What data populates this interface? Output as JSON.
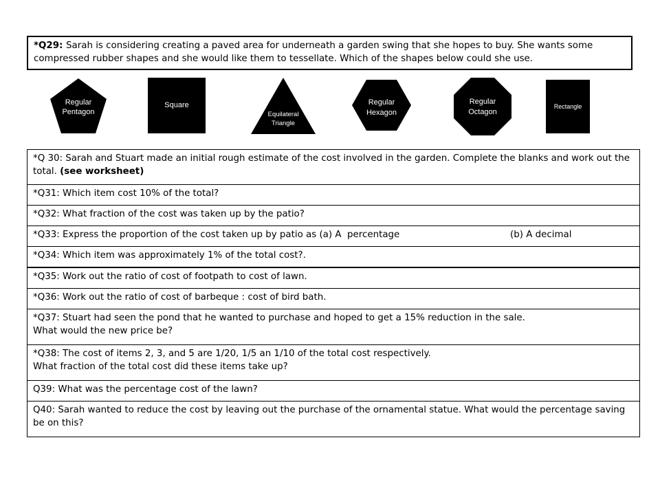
{
  "q29": {
    "prefix": "*Q29: ",
    "text": "Sarah is considering creating a paved area for underneath a garden swing that she hopes to buy. She wants some compressed rubber shapes and she would like them to tessellate. Which of the shapes below could she use."
  },
  "shapes": {
    "pentagon": {
      "line1": "Regular",
      "line2": "Pentagon"
    },
    "square": {
      "line1": "Square"
    },
    "triangle": {
      "line1": "Equilateral",
      "line2": "Triangle"
    },
    "hexagon": {
      "line1": "Regular",
      "line2": "Hexagon"
    },
    "octagon": {
      "line1": "Regular",
      "line2": "Octagon"
    },
    "rectangle": {
      "line1": "Rectangle"
    },
    "fill_color": "#000000",
    "label_color": "#ffffff"
  },
  "questions": {
    "q30_text": "*Q 30: Sarah and Stuart made an initial rough estimate of the cost involved in the garden. Complete the blanks and work out the total. ",
    "q30_bold": "(see worksheet)",
    "q31": "*Q31: Which item cost 10% of the total?",
    "q32": "*Q32: What fraction of the cost was taken up by the patio?",
    "q33_a": "*Q33: Express the proportion of the cost taken up by patio as (a) A  percentage",
    "q33_b": "(b) A decimal",
    "q34": "*Q34: Which item was approximately 1% of the total cost?.",
    "q35": "*Q35: Work out the ratio of cost of footpath to cost of lawn.",
    "q36": "*Q36: Work out the ratio of cost of barbeque : cost of bird bath.",
    "q37_line1": "*Q37: Stuart had seen the pond that he wanted to purchase and hoped to get a 15% reduction in the sale.",
    "q37_line2": "What would the new price be?",
    "q38_line1": "*Q38: The cost of items 2, 3, and 5 are 1/20, 1/5 an 1/10 of the total cost respectively.",
    "q38_line2": "What fraction of the total cost did these items take up?",
    "q39": "Q39: What was the percentage cost of the lawn?",
    "q40": "Q40: Sarah wanted to reduce the cost by leaving out the purchase of the ornamental statue. What would the percentage saving be on this?"
  }
}
